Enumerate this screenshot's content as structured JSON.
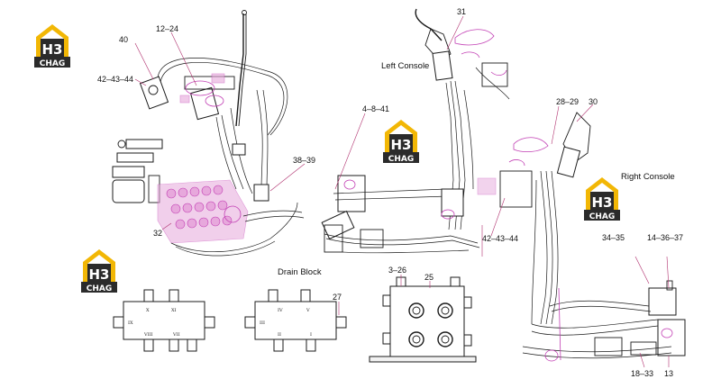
{
  "logos": {
    "brand_top": "H3",
    "brand_bottom": "CHAG"
  },
  "titles": {
    "left_console": "Left Console",
    "right_console": "Right Console",
    "drain_block": "Drain Block"
  },
  "callouts": {
    "c40": "40",
    "c12_24": "12–24",
    "c42_43_44_a": "42–43–44",
    "c38_39": "38–39",
    "c32": "32",
    "c31": "31",
    "c4_8_41": "4–8–41",
    "c42_43_44_b": "42–43–44",
    "c28_29": "28–29",
    "c30": "30",
    "c34_35": "34–35",
    "c14_36_37": "14–36–37",
    "c18_33": "18–33",
    "c13": "13",
    "c3_26": "3–26",
    "c25": "25",
    "c27": "27"
  },
  "port_marks": {
    "a_x": "X",
    "a_xi": "XI",
    "a_ix": "IX",
    "a_viii": "VIII",
    "a_vii": "VII",
    "b_iv": "IV",
    "b_v": "V",
    "b_iii": "III",
    "b_ii": "II",
    "b_i": "I"
  },
  "colors": {
    "accent_magenta": "#c23fb4",
    "logo_yellow": "#f2b705",
    "logo_dark": "#2b2b2b"
  }
}
